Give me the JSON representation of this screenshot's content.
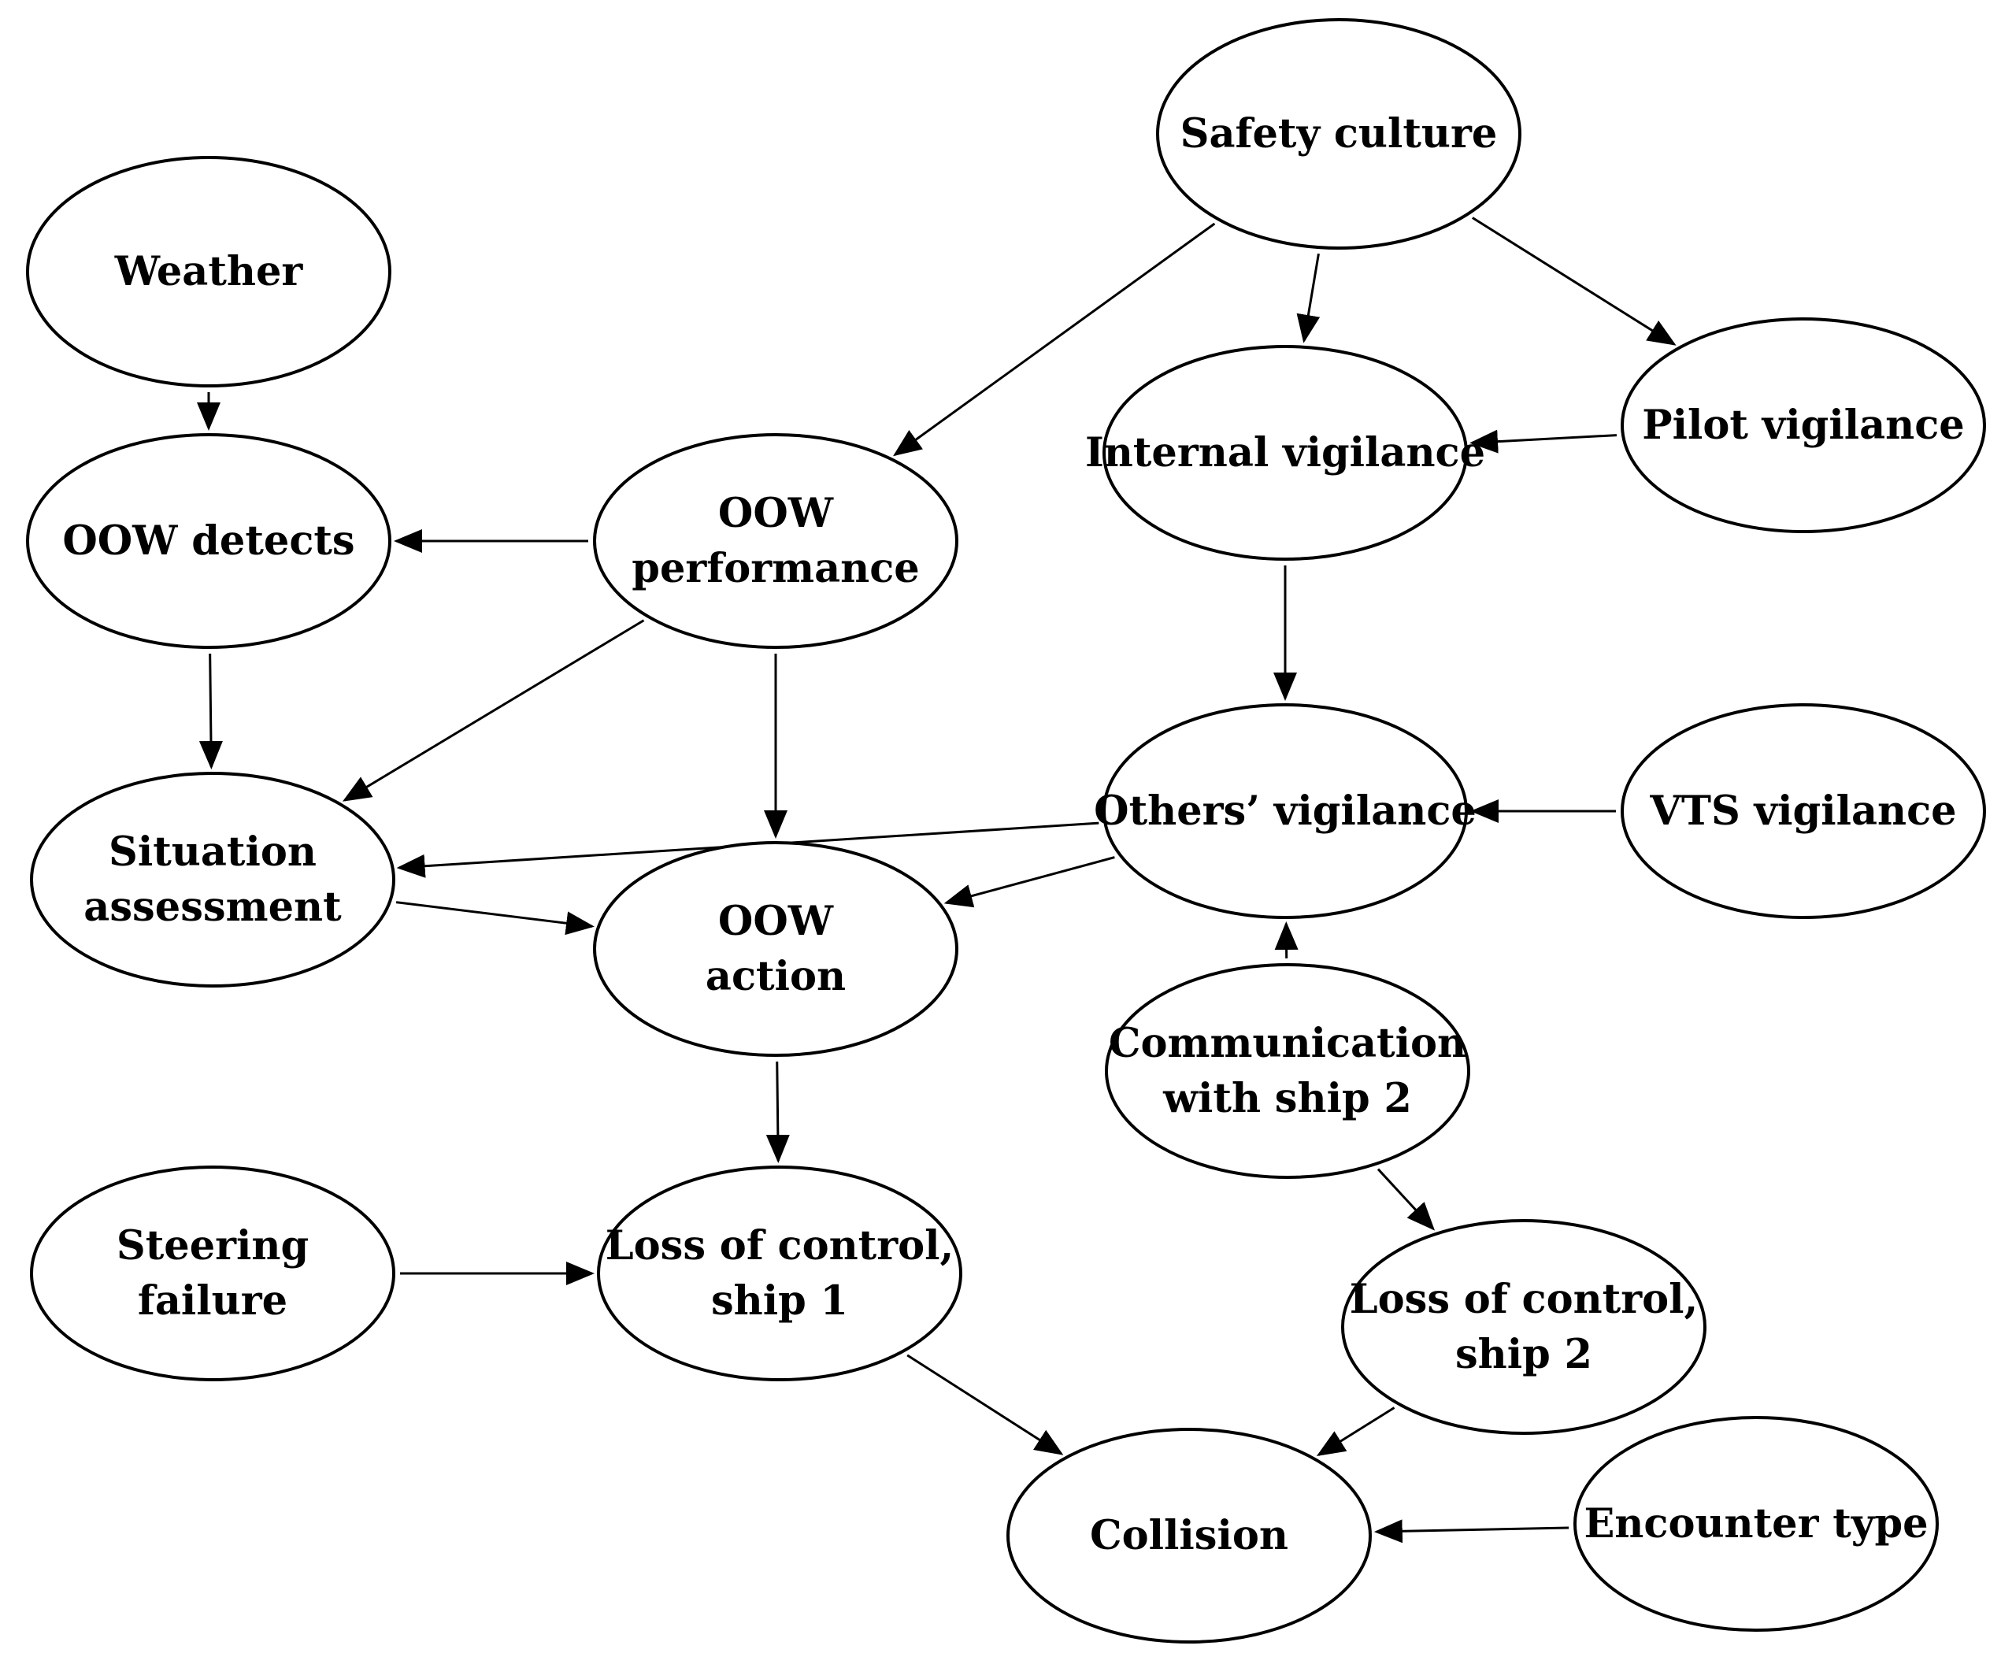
{
  "diagram": {
    "nodes": [
      {
        "id": "safety_culture",
        "label": "Safety culture"
      },
      {
        "id": "weather",
        "label": "Weather"
      },
      {
        "id": "pilot_vigilance",
        "label": "Pilot vigilance"
      },
      {
        "id": "internal_vigilance",
        "label": "Internal vigilance"
      },
      {
        "id": "oow_detects",
        "label": "OOW detects"
      },
      {
        "id": "oow_performance",
        "label": "OOW\nperformance"
      },
      {
        "id": "others_vigilance",
        "label": "Others’ vigilance"
      },
      {
        "id": "vts_vigilance",
        "label": "VTS vigilance"
      },
      {
        "id": "situation_assessment",
        "label": "Situation\nassessment"
      },
      {
        "id": "oow_action",
        "label": "OOW\naction"
      },
      {
        "id": "communication_ship2",
        "label": "Communication\nwith ship 2"
      },
      {
        "id": "steering_failure",
        "label": "Steering\nfailure"
      },
      {
        "id": "loss_control_ship1",
        "label": "Loss of control,\nship 1"
      },
      {
        "id": "loss_control_ship2",
        "label": "Loss of control,\nship 2"
      },
      {
        "id": "collision",
        "label": "Collision"
      },
      {
        "id": "encounter_type",
        "label": "Encounter type"
      }
    ],
    "edges": [
      {
        "from": "safety_culture",
        "to": "oow_performance"
      },
      {
        "from": "safety_culture",
        "to": "internal_vigilance"
      },
      {
        "from": "safety_culture",
        "to": "pilot_vigilance"
      },
      {
        "from": "weather",
        "to": "oow_detects"
      },
      {
        "from": "pilot_vigilance",
        "to": "internal_vigilance"
      },
      {
        "from": "oow_performance",
        "to": "oow_detects"
      },
      {
        "from": "oow_performance",
        "to": "situation_assessment"
      },
      {
        "from": "oow_performance",
        "to": "oow_action"
      },
      {
        "from": "oow_detects",
        "to": "situation_assessment"
      },
      {
        "from": "internal_vigilance",
        "to": "others_vigilance"
      },
      {
        "from": "others_vigilance",
        "to": "situation_assessment"
      },
      {
        "from": "others_vigilance",
        "to": "oow_action"
      },
      {
        "from": "vts_vigilance",
        "to": "others_vigilance"
      },
      {
        "from": "situation_assessment",
        "to": "oow_action"
      },
      {
        "from": "communication_ship2",
        "to": "others_vigilance"
      },
      {
        "from": "communication_ship2",
        "to": "loss_control_ship2"
      },
      {
        "from": "oow_action",
        "to": "loss_control_ship1"
      },
      {
        "from": "steering_failure",
        "to": "loss_control_ship1"
      },
      {
        "from": "loss_control_ship1",
        "to": "collision"
      },
      {
        "from": "loss_control_ship2",
        "to": "collision"
      },
      {
        "from": "encounter_type",
        "to": "collision"
      }
    ]
  }
}
